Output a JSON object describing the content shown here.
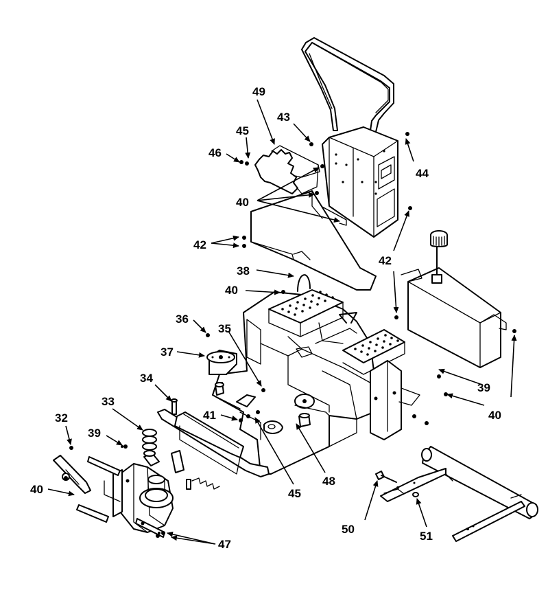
{
  "callouts": {
    "c32": "32",
    "c33": "33",
    "c34": "34",
    "c35": "35",
    "c36": "36",
    "c37": "37",
    "c38": "38",
    "c39a": "39",
    "c39b": "39",
    "c40a": "40",
    "c40b": "40",
    "c40c": "40",
    "c40d": "40",
    "c41": "41",
    "c42a": "42",
    "c42b": "42",
    "c43": "43",
    "c44": "44",
    "c45a": "45",
    "c45b": "45",
    "c46": "46",
    "c47": "47",
    "c48": "48",
    "c49": "49",
    "c50": "50",
    "c51": "51"
  }
}
